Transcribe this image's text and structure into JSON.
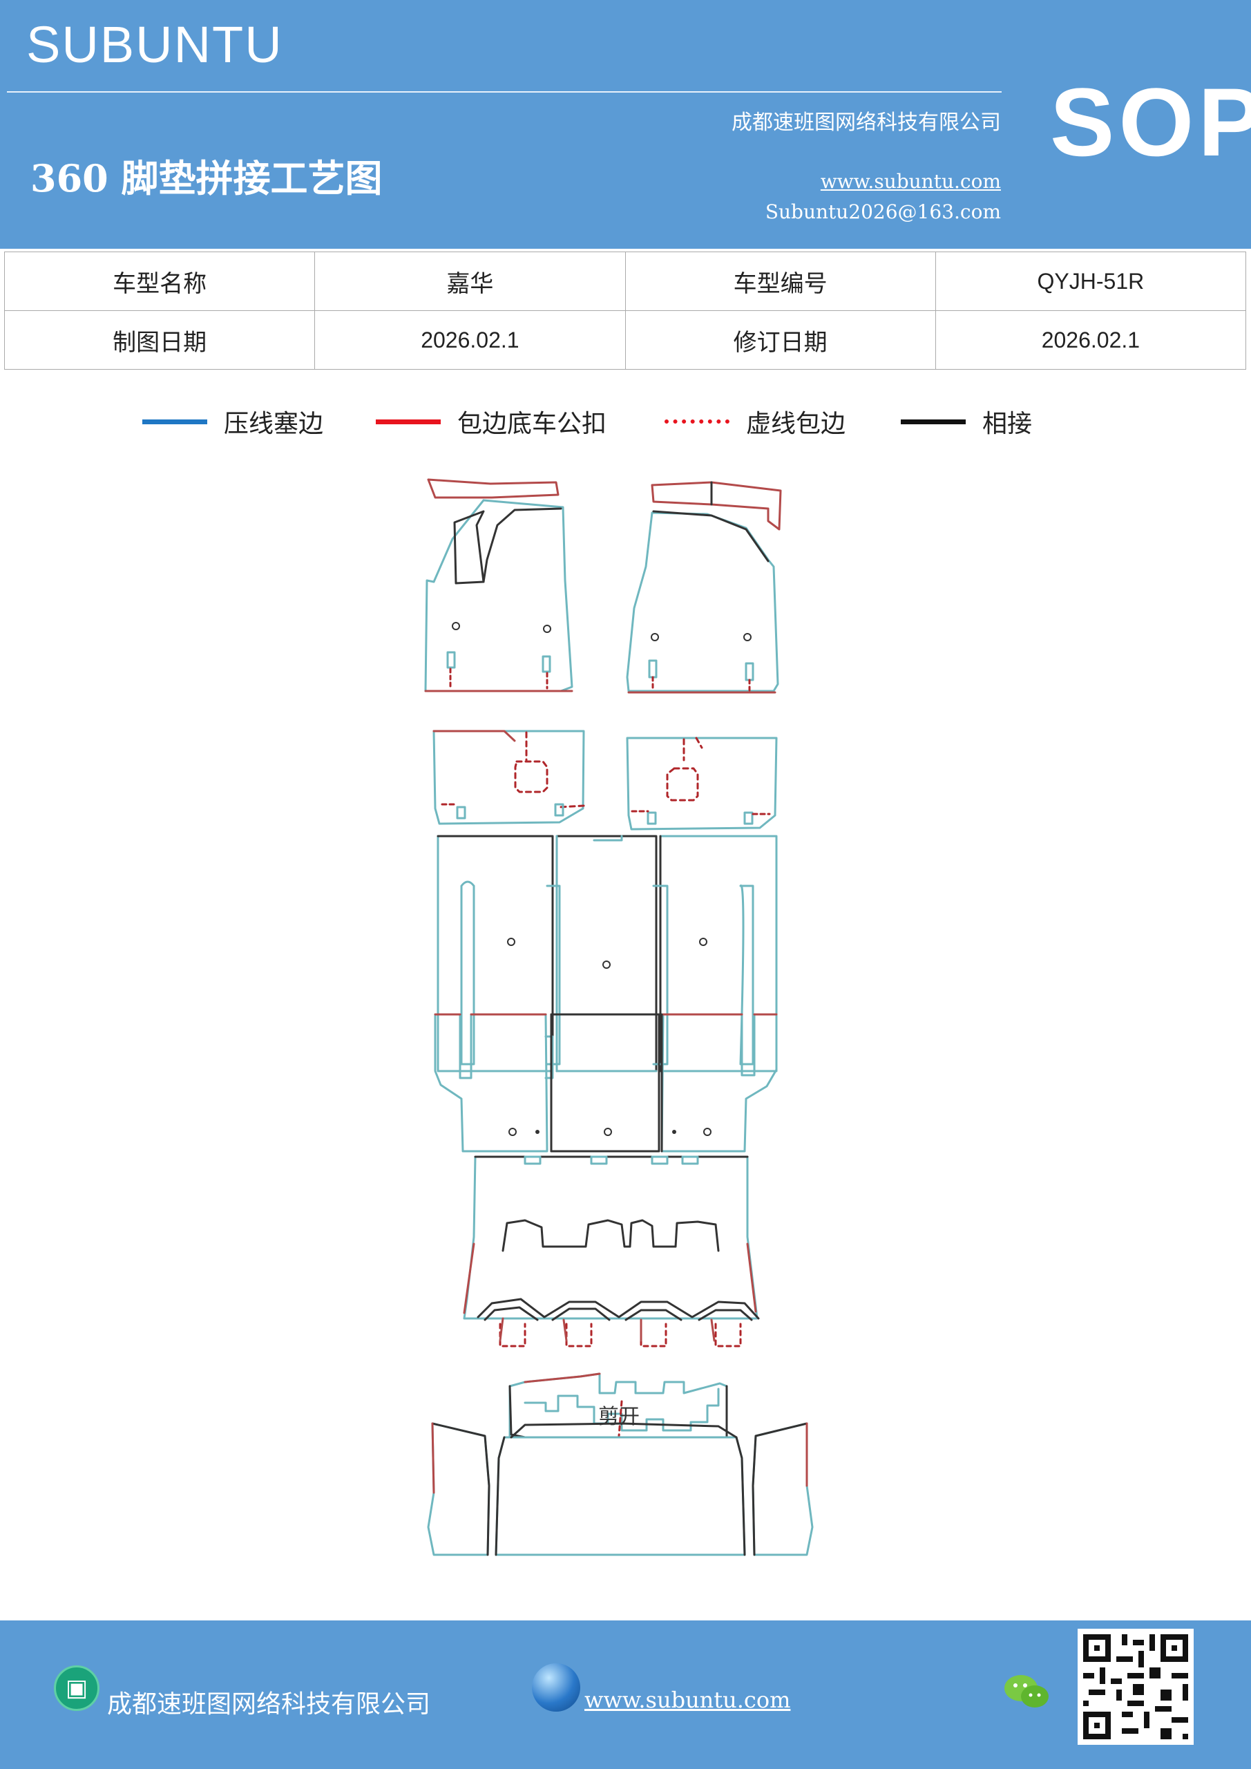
{
  "header": {
    "brand": "SUBUNTU",
    "company": "成都速班图网络科技有限公司",
    "title": "360 脚垫拼接工艺图",
    "website": "www.subuntu.com",
    "email": "Subuntu2026@163.com",
    "badge": "SOP"
  },
  "info_table": {
    "rows": [
      {
        "label1": "车型名称",
        "value1": "嘉华",
        "label2": "车型编号",
        "value2": "QYJH-51R"
      },
      {
        "label1": "制图日期",
        "value1": "2026.02.1",
        "label2": "修订日期",
        "value2": "2026.02.1"
      }
    ]
  },
  "legend": [
    {
      "label": "压线塞边",
      "color": "#1f77c4",
      "style": "solid"
    },
    {
      "label": "包边底车公扣",
      "color": "#e8141e",
      "style": "solid"
    },
    {
      "label": "虚线包边",
      "color": "#e8141e",
      "style": "dotted"
    },
    {
      "label": "相接",
      "color": "#111111",
      "style": "solid"
    }
  ],
  "diagram": {
    "cut_label": "剪开",
    "colors": {
      "teal": "#6fb7bf",
      "red": "#b34a4a",
      "dark": "#333333",
      "dash": "#b0262a"
    }
  },
  "footer": {
    "company": "成都速班图网络科技有限公司",
    "website": "www.subuntu.com",
    "icons": [
      "building-icon",
      "globe-icon",
      "wechat-icon",
      "qr-code"
    ]
  }
}
